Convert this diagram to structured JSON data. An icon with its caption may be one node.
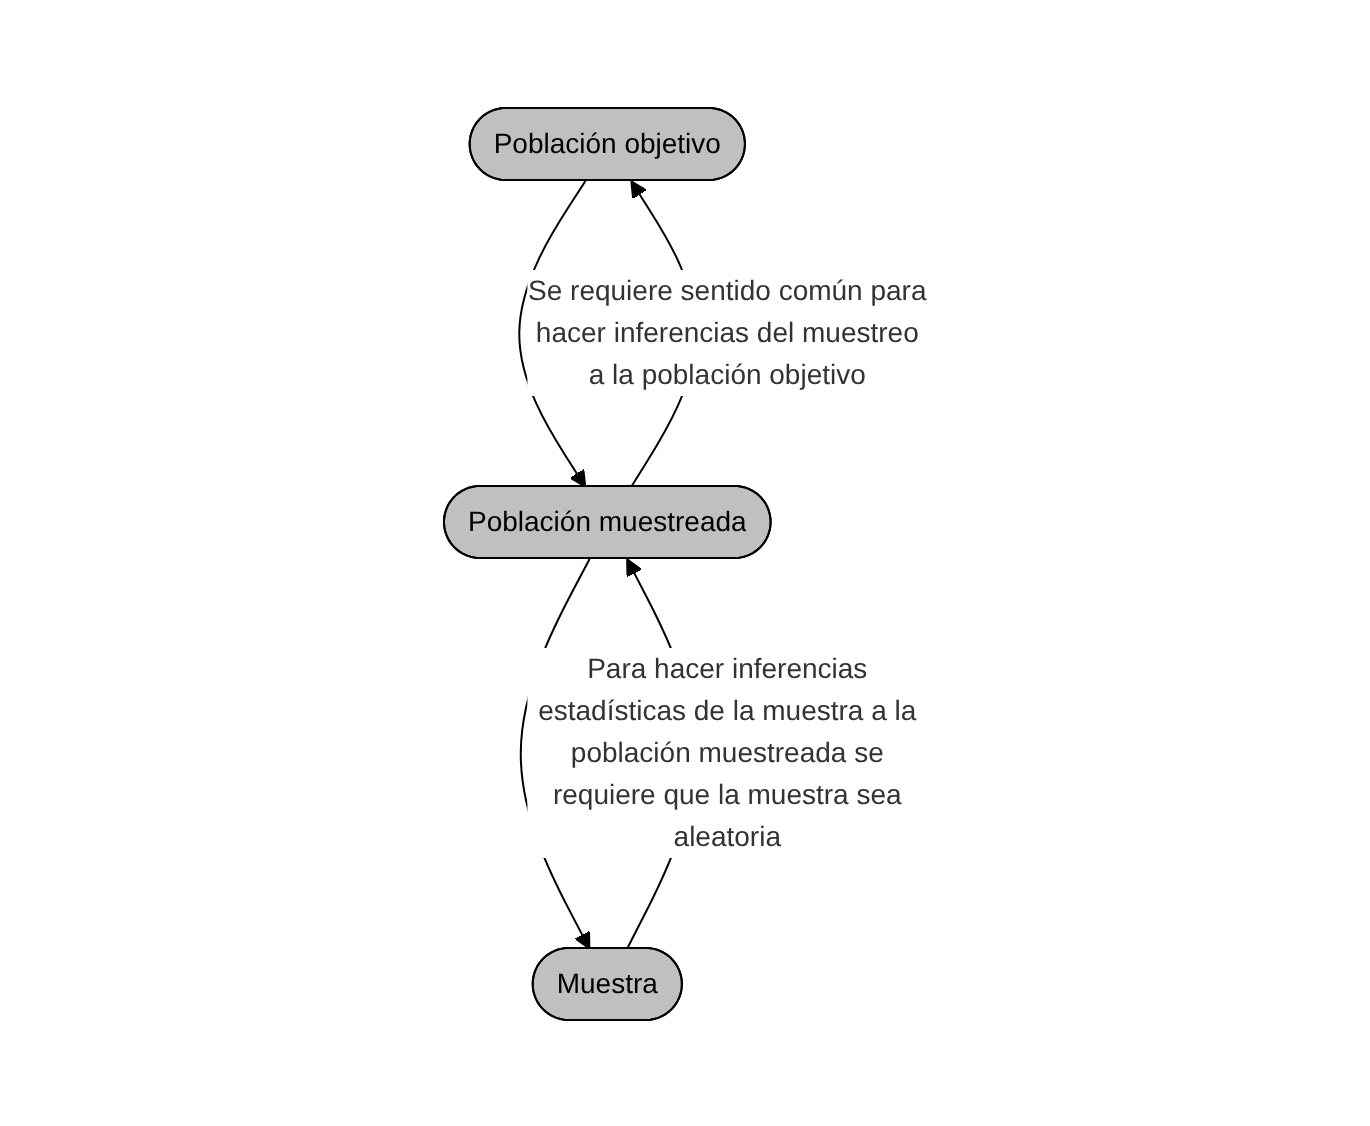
{
  "diagram": {
    "nodes": [
      {
        "text": [
          "Población objetivo"
        ]
      },
      {
        "text": [
          "Población muestreada"
        ]
      },
      {
        "text": [
          "Muestra"
        ]
      }
    ],
    "edges": [
      {
        "from": 0,
        "to": 1,
        "arrow": "to"
      },
      {
        "from": 1,
        "to": 0,
        "arrow": "to",
        "label": "Se requiere sentido común para hacer inferencias del muestreo a la población objetivo"
      },
      {
        "from": 1,
        "to": 2,
        "arrow": "to"
      },
      {
        "from": 2,
        "to": 1,
        "arrow": "to",
        "label": "Para hacer inferencias estadísticas de la muestra a la población muestreada se requiere que la muestra sea aleatoria"
      }
    ]
  }
}
